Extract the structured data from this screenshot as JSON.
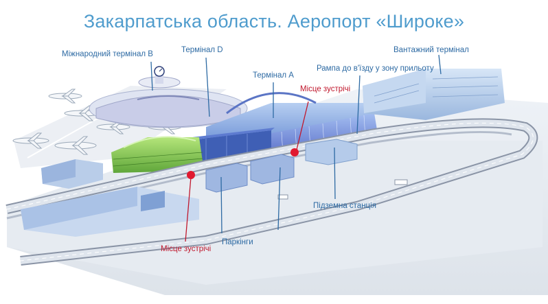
{
  "title": "Закарпатська область. Аеропорт «Широке»",
  "labels": {
    "international_terminal_b": "Міжнародний термінал B",
    "terminal_d": "Термінал D",
    "terminal_a": "Термінал А",
    "cargo_terminal": "Вантажний термінал",
    "arrival_ramp": "Рампа до в'їзду у зону прильоту",
    "meeting_point_upper": "Місце зустрічі",
    "meeting_point_lower": "Місце зустрічі",
    "underground_station": "Підземна станція",
    "parking": "Паркінги"
  },
  "colors": {
    "title": "#4f9ccd",
    "label": "#2d6aa3",
    "meeting_label": "#c0172c",
    "meeting_marker": "#e0192f",
    "terminal_glass": "#8fb4e6",
    "terminal_b_green": "#8ccf4a"
  }
}
